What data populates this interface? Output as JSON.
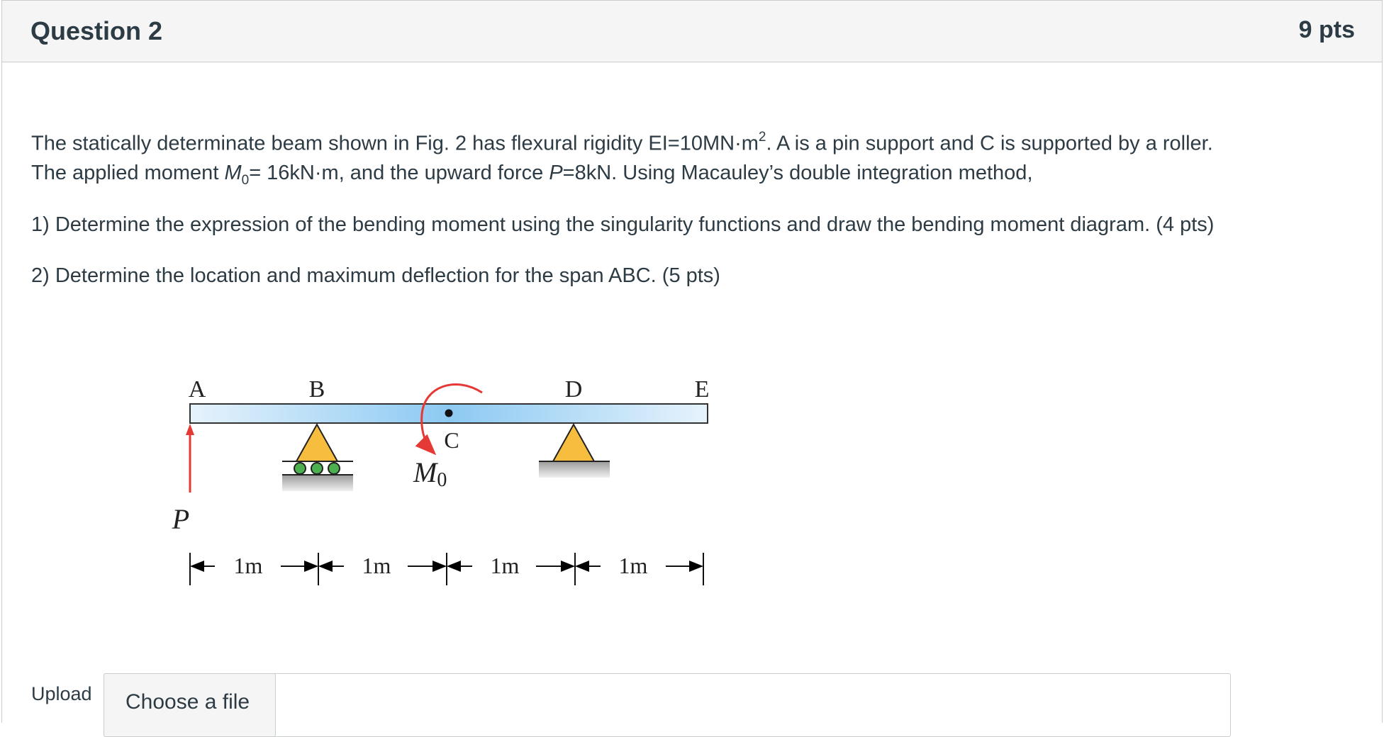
{
  "question": {
    "title": "Question 2",
    "points": "9 pts"
  },
  "body": {
    "p1_line1_a": "The statically determinate beam shown in Fig. 2 has flexural rigidity EI=10MN·m",
    "p1_line1_sup": "2",
    "p1_line1_b": ".  A is a pin support and C is supported by a roller.",
    "p1_line2_a": "The applied moment ",
    "p1_line2_M": "M",
    "p1_line2_sub": "0",
    "p1_line2_b": "= 16kN·m, and the upward force ",
    "p1_line2_P": "P",
    "p1_line2_c": "=8kN. Using Macauley’s double integration method,",
    "item1": "1) Determine the expression of the bending moment using the singularity functions and draw the bending moment diagram. (4 pts)",
    "item2": "2) Determine the location and maximum deflection for the span ABC. (5 pts)"
  },
  "figure": {
    "labels": {
      "A": "A",
      "B": "B",
      "C": "C",
      "D": "D",
      "E": "E"
    },
    "force_label": "P",
    "moment_label": "M",
    "moment_sub": "0",
    "spans": [
      "1m",
      "1m",
      "1m",
      "1m"
    ],
    "colors": {
      "beam_fill": "#b8dcf5",
      "support_fill": "#f6bd3e",
      "roller_fill": "#4caf50",
      "arrow_red": "#e53935"
    }
  },
  "upload": {
    "label": "Upload",
    "button": "Choose a file"
  }
}
